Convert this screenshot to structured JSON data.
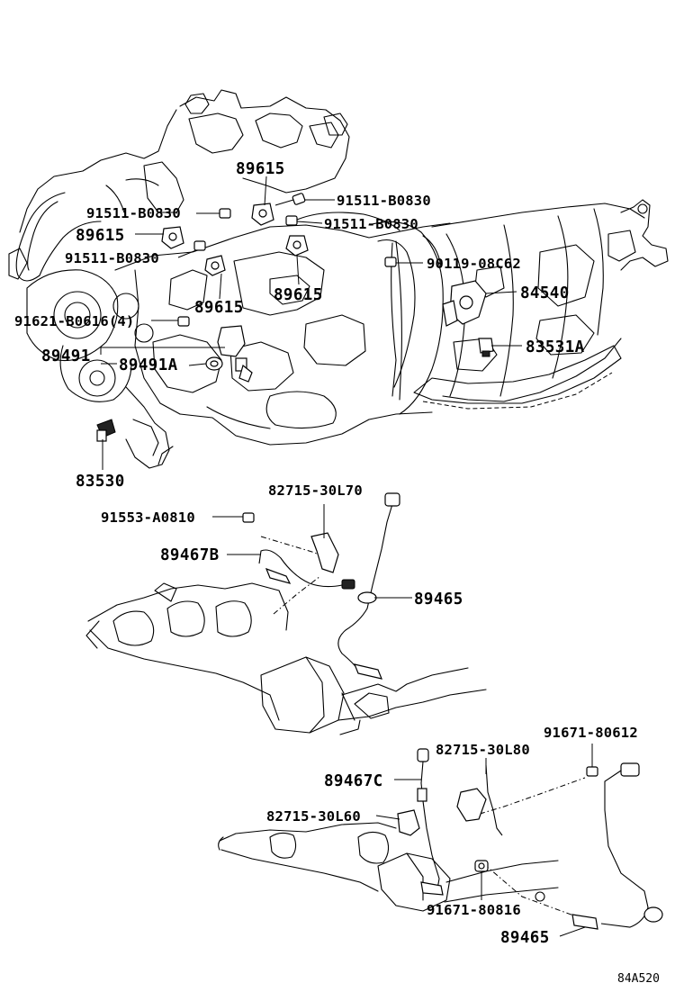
{
  "labels": {
    "p89615_top": "89615",
    "p91511_b0830_a": "91511-B0830",
    "p91511_b0830_b": "91511-B0830",
    "p91511_b0830_c": "91511-B0830",
    "p91511_b0830_d": "91511-B0830",
    "p89615_left": "89615",
    "p90119_08c62": "90119-08C62",
    "p89615_mid": "89615",
    "p89615_right": "89615",
    "p84540": "84540",
    "p91621_b0616": "91621-B0616(4)",
    "p83531a": "83531A",
    "p89491": "89491",
    "p89491a": "89491A",
    "p83530": "83530",
    "p82715_30l70": "82715-30L70",
    "p91553_a0810": "91553-A0810",
    "p89467b": "89467B",
    "p89465_a": "89465",
    "p91671_80612": "91671-80612",
    "p82715_30l80": "82715-30L80",
    "p89467c": "89467C",
    "p82715_30l60": "82715-30L60",
    "p91671_80816": "91671-80816",
    "p89465_b": "89465"
  },
  "diagram_code": "84A520"
}
